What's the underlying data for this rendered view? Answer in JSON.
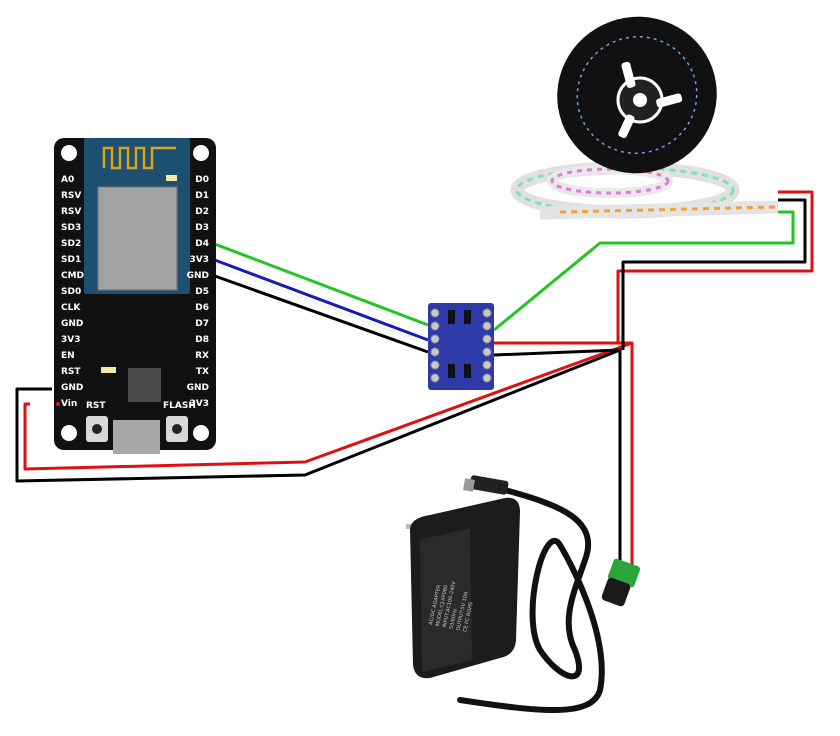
{
  "board": {
    "left_pins": [
      "A0",
      "RSV",
      "RSV",
      "SD3",
      "SD2",
      "SD1",
      "CMD",
      "SD0",
      "CLK",
      "GND",
      "3V3",
      "EN",
      "RST",
      "GND",
      "Vin"
    ],
    "right_pins": [
      "D0",
      "D1",
      "D2",
      "D3",
      "D4",
      "3V3",
      "GND",
      "D5",
      "D6",
      "D7",
      "D8",
      "RX",
      "TX",
      "GND",
      "3V3"
    ],
    "button_left_label": "RST",
    "button_right_label": "FLASH"
  },
  "adapter": {
    "lines": [
      "AC/DC ADAPTER",
      "MODEL:CJ-XP080",
      "INPUT:AC100-240V",
      "50/60Hz",
      "OUTPUT:5V 10A",
      "CE FC ROHS"
    ]
  },
  "colors": {
    "board": "#111111",
    "board_antenna": "#1d4f70",
    "level_shifter": "#2e3aa8",
    "wire_data": "#22c522",
    "wire_power": "#e01010",
    "wire_ground": "#000000",
    "wire_3v3": "#1a1ab8"
  }
}
